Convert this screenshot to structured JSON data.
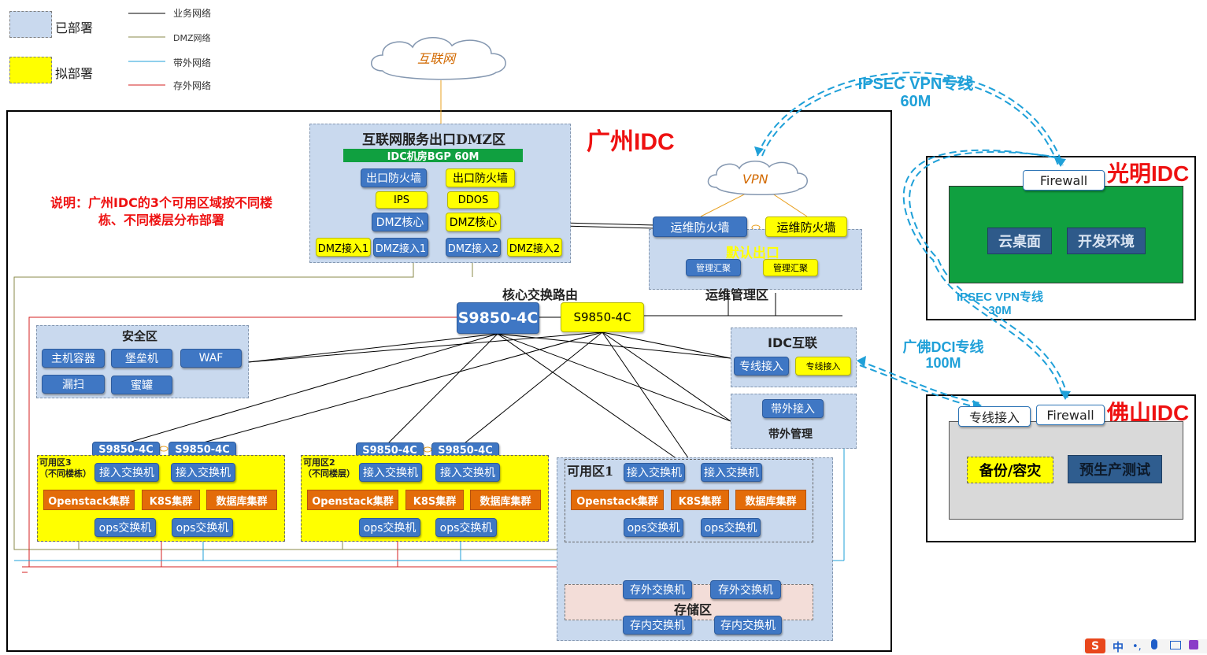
{
  "legend": {
    "deployed": "已部署",
    "planned": "拟部署",
    "business_net": "业务网络",
    "dmz_net": "DMZ网络",
    "oob_net": "带外网络",
    "storage_net": "存外网络"
  },
  "colors": {
    "business_line": "#000000",
    "dmz_line": "#8a8a4a",
    "oob_line": "#1fa0d8",
    "storage_line": "#d42020",
    "deployed": "#c9d9ee",
    "planned": "#ffff00"
  },
  "internet_cloud": "互联网",
  "vpn_cloud": "VPN",
  "gz_idc": {
    "title": "广州IDC",
    "note": "说明：广州IDC的3个可用区域按不同楼栋、不同楼层分布部署",
    "dmz": {
      "title": "互联网服务出口DMZ区",
      "bgp": "IDC机房BGP 60M",
      "fw1": "出口防火墙",
      "fw2": "出口防火墙",
      "ips": "IPS",
      "ddos": "DDOS",
      "core1": "DMZ核心",
      "core2": "DMZ核心",
      "acc1a": "DMZ接入1",
      "acc1b": "DMZ接入1",
      "acc2a": "DMZ接入2",
      "acc2b": "DMZ接入2"
    },
    "ops": {
      "fw1": "运维防火墙",
      "fw2": "运维防火墙",
      "exit": "默认出口",
      "agg1": "管理汇聚",
      "agg2": "管理汇聚",
      "title": "运维管理区"
    },
    "core": {
      "title": "核心交换路由",
      "sw1": "S9850-4C",
      "sw2": "S9850-4C"
    },
    "security": {
      "title": "安全区",
      "items": [
        "主机容器",
        "堡垒机",
        "WAF",
        "漏扫",
        "蜜罐"
      ]
    },
    "idc_link": {
      "title": "IDC互联",
      "acc1": "专线接入",
      "acc2": "专线接入"
    },
    "oob": {
      "acc": "带外接入",
      "title": "带外管理"
    },
    "az3": {
      "title": "可用区3\n（不同楼栋）",
      "sw1": "S9850-4C",
      "sw2": "S9850-4C",
      "acc1": "接入交换机",
      "acc2": "接入交换机",
      "cl1": "Openstack集群",
      "cl2": "K8S集群",
      "cl3": "数据库集群",
      "ops1": "ops交换机",
      "ops2": "ops交换机"
    },
    "az2": {
      "title": "可用区2\n（不同楼层）",
      "sw1": "S9850-4C",
      "sw2": "S9850-4C",
      "acc1": "接入交换机",
      "acc2": "接入交换机",
      "cl1": "Openstack集群",
      "cl2": "K8S集群",
      "cl3": "数据库集群",
      "ops1": "ops交换机",
      "ops2": "ops交换机"
    },
    "az1": {
      "title": "可用区1",
      "acc1": "接入交换机",
      "acc2": "接入交换机",
      "cl1": "Openstack集群",
      "cl2": "K8S集群",
      "cl3": "数据库集群",
      "ops1": "ops交换机",
      "ops2": "ops交换机"
    },
    "storage": {
      "title": "存储区",
      "out1": "存外交换机",
      "out2": "存外交换机",
      "in1": "存内交换机",
      "in2": "存内交换机"
    }
  },
  "links": {
    "ipsec_gm": "IPSEC VPN专线\n60M",
    "ipsec_fs": "IPSEC VPN专线\n30M",
    "dci": "广佛DCI专线\n100M"
  },
  "gm_idc": {
    "title": "光明IDC",
    "firewall": "Firewall",
    "desktop": "云桌面",
    "devenv": "开发环境"
  },
  "fs_idc": {
    "title": "佛山IDC",
    "acc": "专线接入",
    "firewall": "Firewall",
    "backup": "备份/容灾",
    "preprod": "预生产测试"
  },
  "taskbar": {
    "ime": "中"
  }
}
